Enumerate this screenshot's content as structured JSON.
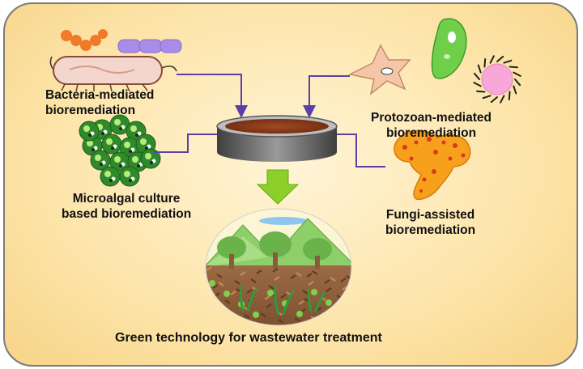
{
  "labels": {
    "bacteria": [
      "Bacteria-mediated",
      "bioremediation"
    ],
    "microalgae": [
      "Microalgal culture",
      "based bioremediation"
    ],
    "protozoa": [
      "Protozoan-mediated",
      "bioremediation"
    ],
    "fungi": [
      "Fungi-assisted",
      "bioremediation"
    ],
    "output": "Green technology for wastewater treatment"
  },
  "colors": {
    "background": "#fde6ad",
    "connector": "#5b3fa8",
    "arrow": "#8ccf2a",
    "bacteria_body": "#f3d6cc",
    "bacteria_orange": "#f07a2a",
    "bacteria_purple": "#a98be8",
    "protozoa_star": "#f5c6a8",
    "protozoa_green": "#6fcf4a",
    "protozoa_pink": "#f7a8d9",
    "fungi": "#f7a01c",
    "fungi_spots": "#d83a1a",
    "reactor": "#555555",
    "sludge": "#8a3b1a"
  }
}
